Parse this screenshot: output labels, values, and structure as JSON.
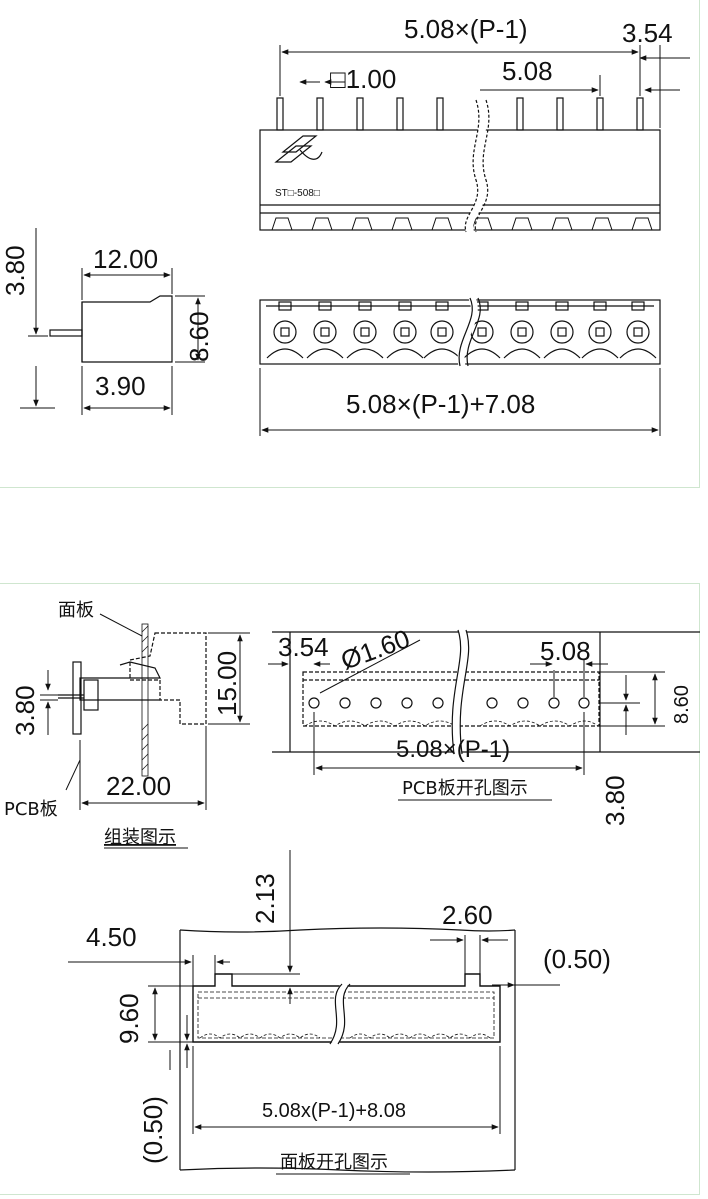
{
  "top_drawing": {
    "pitch_formula": "5.08×(P-1)",
    "edge_offset": "3.54",
    "pin_size": "□1.00",
    "pitch": "5.08",
    "part_code": "ST□-508□",
    "side_height": "3.80",
    "side_depth": "12.00",
    "side_total_height": "8.60",
    "side_pin_len": "3.90",
    "overall_length": "5.08×(P-1)+7.08"
  },
  "assembly": {
    "panel_label": "面板",
    "pcb_label": "PCB板",
    "pin_height": "3.80",
    "height": "15.00",
    "width": "22.00",
    "caption": "组装图示"
  },
  "pcb_layout": {
    "edge_offset": "3.54",
    "hole_diameter": "Ø1.60",
    "pitch": "5.08",
    "row_height": "8.60",
    "span": "5.08×(P-1)",
    "offset_bottom": "3.80",
    "caption": "PCB板开孔图示"
  },
  "panel_cutout": {
    "notch_depth": "2.13",
    "notch_width": "2.60",
    "left_offset": "4.50",
    "clearance_right": "(0.50)",
    "height": "9.60",
    "clearance_bottom": "(0.50)",
    "length": "5.08x(P-1)+8.08",
    "caption": "面板开孔图示"
  }
}
